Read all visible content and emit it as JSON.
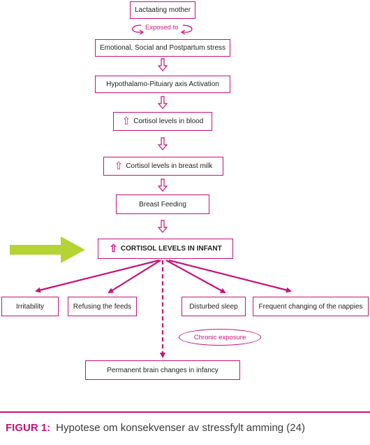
{
  "nodes": {
    "mother": "Lactaating mother",
    "stress": "Emotional, Social and Postpartum stress",
    "hpa": "Hypothalamo-Pituiary axis Activation",
    "cortisol_blood": "Cortisol levels in blood",
    "cortisol_milk": "Cortisol levels in breast milk",
    "breastfeeding": "Breast Feeding",
    "cortisol_infant": "CORTISOL LEVELS IN INFANT",
    "irritability": "Irritability",
    "refusing": "Refusing the feeds",
    "sleep": "Disturbed sleep",
    "nappies": "Frequent changing of the nappies",
    "brain": "Permanent brain changes in infancy"
  },
  "labels": {
    "exposed_to": "Exposed to",
    "chronic": "Chronic exposure"
  },
  "caption": {
    "label": "FIGUR 1:",
    "text": "Hypotese om konsekvenser av stressfylt amming (24)"
  },
  "colors": {
    "accent": "#c8107a",
    "highlight_arrow": "#b5d334"
  },
  "icons": {
    "increase": "up-arrow-icon"
  }
}
